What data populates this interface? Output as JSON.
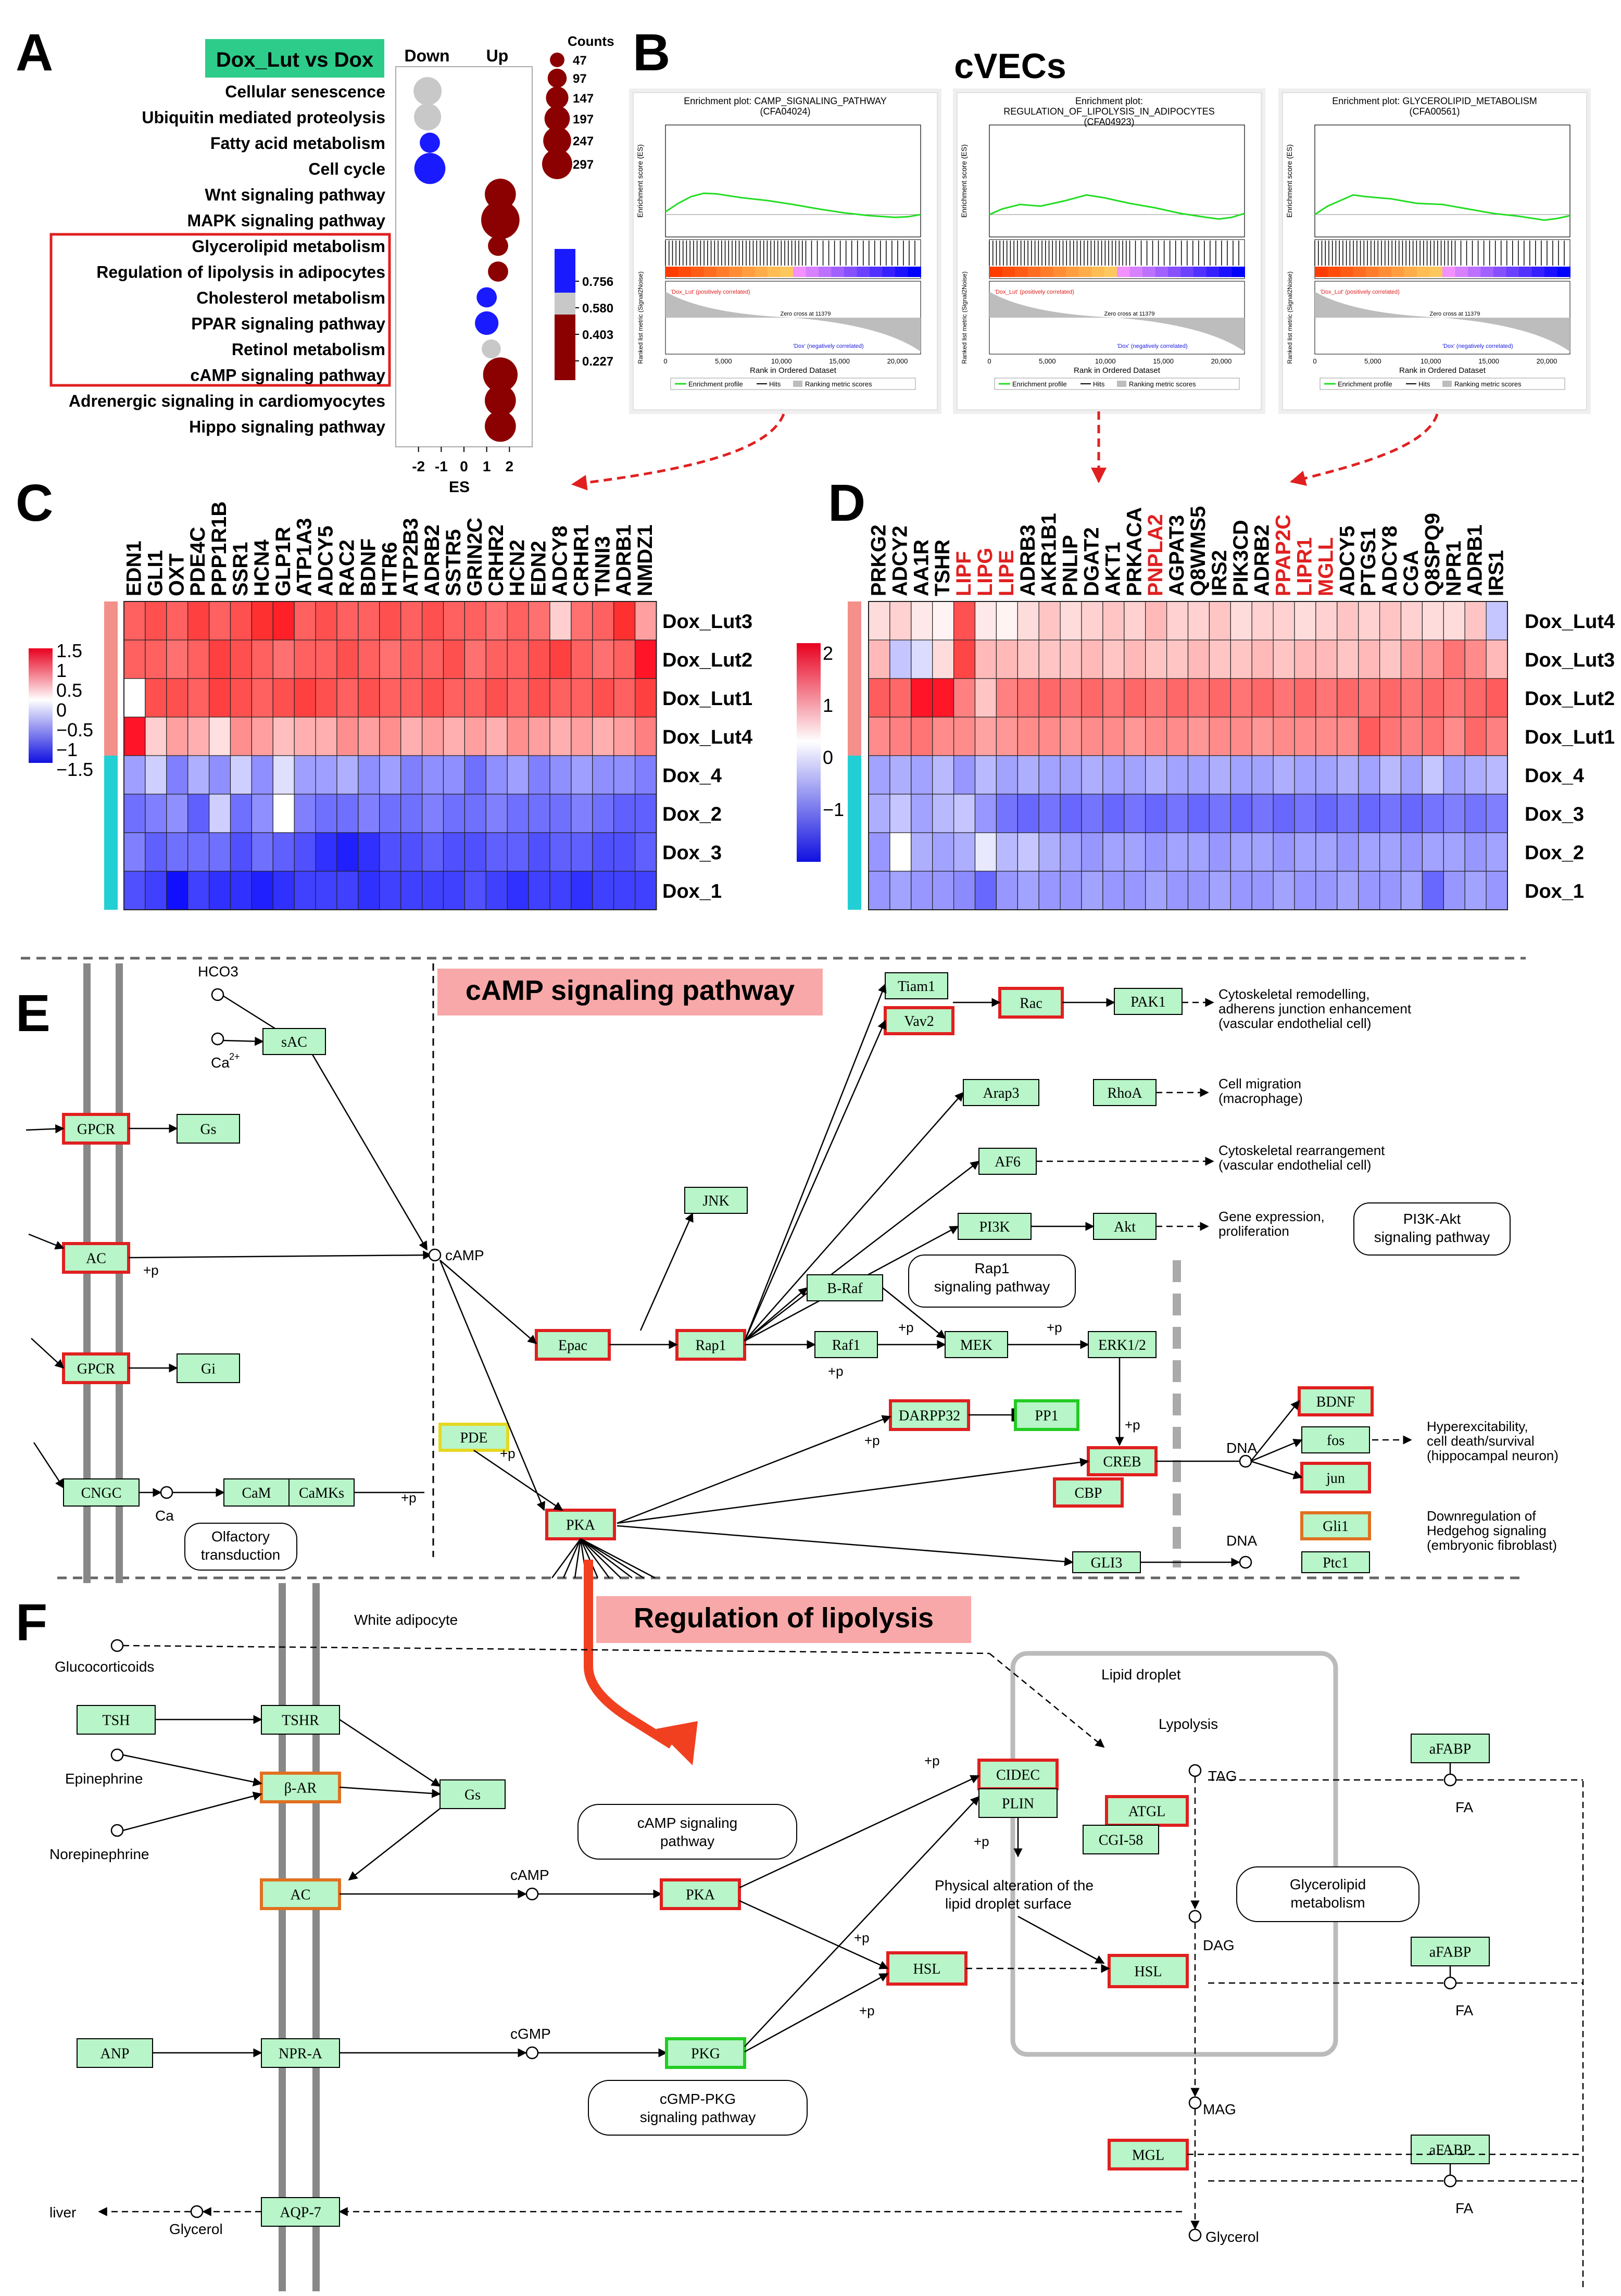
{
  "panels": {
    "A": {
      "letter": "A",
      "title": "Dox_Lut vs Dox",
      "col_down": "Down",
      "col_up": "Up",
      "xlabel": "ES",
      "counts_title": "Counts",
      "counts_sizes": [
        "47",
        "97",
        "147",
        "197",
        "247",
        "297"
      ],
      "colorbar_ticks": [
        "0.756",
        "0.580",
        "0.403",
        "0.227"
      ],
      "colors": {
        "title_bg": "#2ecc8a",
        "up": "#8b0000",
        "down": "#1a1aff",
        "mid": "#c8c8c8",
        "box": "#e02020"
      }
    },
    "B": {
      "letter": "B",
      "title": "cVECs",
      "plots": [
        {
          "title1": "Enrichment plot: CAMP_SIGNALING_PATHWAY",
          "title2": "(CFA04024)"
        },
        {
          "title1": "Enrichment plot:",
          "title2": "REGULATION_OF_LIPOLYSIS_IN_ADIPOCYTES",
          "title3": "(CFA04923)"
        },
        {
          "title1": "Enrichment plot: GLYCEROLIPID_METABOLISM",
          "title2": "(CFA00561)"
        }
      ],
      "ylabel_es": "Enrichment score (ES)",
      "ylabel_rank": "Ranked list metric (Signal2Noise)",
      "xlabel": "Rank in Ordered Dataset",
      "legend": [
        "Enrichment profile",
        "Hits",
        "Ranking metric scores"
      ],
      "pos_label": "'Dox_Lut' (positively correlated)",
      "neg_label": "'Dox' (negatively correlated)",
      "zero_cross": "Zero cross at 11379",
      "xticks": [
        "0",
        "5,000",
        "10,000",
        "15,000",
        "20,000"
      ]
    },
    "C": {
      "letter": "C",
      "genes": [
        "EDN1",
        "GLI1",
        "OXT",
        "PDE4C",
        "PPP1R1B",
        "SSR1",
        "HCN4",
        "GLP1R",
        "ATP1A3",
        "ADCY5",
        "RAC2",
        "BDNF",
        "HTR6",
        "ATP2B3",
        "ADRB2",
        "SSTR5",
        "GRIN2C",
        "CRHR2",
        "HCN2",
        "EDN2",
        "ADCY8",
        "CRHR1",
        "TNNI3",
        "ADRB1",
        "NMDZ1"
      ],
      "rows": [
        "Dox_Lut3",
        "Dox_Lut2",
        "Dox_Lut1",
        "Dox_Lut4",
        "Dox_4",
        "Dox_2",
        "Dox_3",
        "Dox_1"
      ],
      "scale_ticks": [
        "1.5",
        "1",
        "0.5",
        "0",
        "−0.5",
        "−1",
        "−1.5"
      ],
      "values": [
        [
          1.0,
          1.1,
          1.0,
          1.2,
          1.0,
          1.1,
          1.3,
          1.4,
          1.0,
          1.1,
          1.0,
          1.0,
          1.1,
          1.0,
          1.1,
          1.0,
          1.0,
          0.9,
          1.0,
          0.9,
          0.3,
          0.9,
          1.0,
          1.3,
          0.6
        ],
        [
          1.0,
          1.0,
          0.9,
          1.0,
          1.2,
          1.1,
          1.0,
          0.9,
          1.0,
          1.0,
          1.1,
          1.0,
          0.9,
          1.0,
          1.0,
          1.1,
          0.9,
          1.0,
          1.0,
          1.1,
          1.2,
          1.0,
          0.9,
          1.0,
          1.5
        ],
        [
          0.0,
          1.1,
          1.1,
          1.0,
          1.2,
          1.1,
          1.0,
          1.1,
          1.2,
          1.1,
          1.0,
          1.1,
          1.0,
          1.0,
          1.1,
          1.0,
          1.0,
          1.1,
          1.0,
          1.1,
          1.0,
          1.0,
          1.1,
          1.0,
          1.2
        ],
        [
          1.5,
          0.3,
          0.6,
          0.5,
          0.2,
          0.7,
          0.6,
          0.4,
          0.5,
          0.5,
          0.7,
          0.6,
          0.7,
          0.5,
          0.6,
          0.5,
          0.6,
          0.5,
          0.7,
          0.6,
          0.5,
          0.6,
          0.5,
          0.6,
          0.8
        ],
        [
          -0.6,
          -0.3,
          -0.8,
          -0.5,
          -0.7,
          -0.3,
          -0.7,
          -0.2,
          -0.6,
          -0.6,
          -0.5,
          -0.7,
          -0.6,
          -0.8,
          -0.7,
          -0.7,
          -0.9,
          -0.7,
          -0.6,
          -0.8,
          -0.7,
          -0.6,
          -0.7,
          -0.7,
          -0.8
        ],
        [
          -0.9,
          -0.8,
          -0.7,
          -1.0,
          -0.3,
          -0.9,
          -0.7,
          0.0,
          -0.8,
          -0.9,
          -0.9,
          -0.8,
          -0.9,
          -0.9,
          -0.8,
          -0.9,
          -0.9,
          -0.8,
          -0.9,
          -0.9,
          -0.9,
          -0.8,
          -0.9,
          -1.0,
          -1.0
        ],
        [
          -0.8,
          -1.0,
          -0.9,
          -0.9,
          -0.9,
          -1.1,
          -0.9,
          -1.0,
          -1.1,
          -1.3,
          -1.4,
          -1.3,
          -1.1,
          -1.1,
          -1.0,
          -1.1,
          -1.1,
          -1.0,
          -1.0,
          -1.1,
          -1.0,
          -1.0,
          -1.1,
          -1.1,
          -1.0
        ],
        [
          -1.1,
          -1.2,
          -1.5,
          -1.2,
          -1.3,
          -1.3,
          -1.4,
          -1.3,
          -1.2,
          -1.2,
          -1.2,
          -1.3,
          -1.2,
          -1.2,
          -1.2,
          -1.2,
          -1.1,
          -1.2,
          -1.3,
          -1.2,
          -1.2,
          -1.3,
          -1.2,
          -1.2,
          -1.2
        ]
      ]
    },
    "D": {
      "letter": "D",
      "genes": [
        "PRKG2",
        "ADCY2",
        "AA1R",
        "TSHR",
        "LIPF",
        "LIPG",
        "LIPE",
        "ADRB3",
        "AKR1B1",
        "PNLIP",
        "DGAT2",
        "AKT1",
        "PRKACA",
        "PNPLA2",
        "AGPAT3",
        "Q8WMS5",
        "IRS2",
        "PIK3CD",
        "ADRB2",
        "PPAP2C",
        "LIPR1",
        "MGLL",
        "ADCY5",
        "PTGS1",
        "ADCY8",
        "CGA",
        "Q8SPQ9",
        "NPR1",
        "ADRB1",
        "IRS1"
      ],
      "highlight": [
        "LIPF",
        "LIPG",
        "LIPE",
        "PNPLA2",
        "PPAP2C",
        "LIPR1",
        "MGLL"
      ],
      "rows": [
        "Dox_Lut4",
        "Dox_Lut3",
        "Dox_Lut2",
        "Dox_Lut1",
        "Dox_4",
        "Dox_3",
        "Dox_2",
        "Dox_1"
      ],
      "scale_ticks": [
        "2",
        "1",
        "0",
        "−1"
      ],
      "values": [
        [
          0.3,
          0.4,
          0.2,
          0.1,
          1.5,
          0.2,
          0.1,
          0.3,
          0.5,
          0.3,
          0.4,
          0.5,
          0.4,
          0.6,
          0.4,
          0.4,
          0.5,
          0.3,
          0.4,
          0.4,
          0.3,
          0.4,
          0.5,
          0.4,
          0.5,
          0.4,
          0.3,
          0.3,
          0.5,
          -0.5
        ],
        [
          0.6,
          -0.5,
          -0.3,
          0.3,
          1.6,
          0.6,
          0.6,
          0.5,
          0.5,
          0.5,
          0.6,
          0.5,
          0.6,
          0.5,
          0.5,
          0.6,
          0.5,
          0.5,
          0.6,
          0.5,
          0.6,
          0.6,
          0.5,
          0.6,
          0.5,
          0.8,
          0.9,
          1.2,
          1.0,
          0.6
        ],
        [
          1.4,
          1.3,
          2.2,
          2.0,
          1.1,
          0.5,
          1.1,
          1.2,
          1.3,
          1.2,
          1.3,
          1.2,
          1.3,
          1.2,
          1.3,
          1.2,
          1.3,
          1.2,
          1.3,
          1.2,
          1.3,
          1.2,
          1.3,
          1.2,
          1.3,
          1.2,
          1.3,
          1.2,
          1.3,
          1.4
        ],
        [
          1.0,
          1.1,
          1.2,
          1.0,
          1.0,
          0.8,
          0.9,
          1.0,
          1.0,
          0.9,
          1.0,
          1.0,
          0.9,
          1.0,
          1.0,
          0.9,
          1.0,
          1.0,
          0.9,
          1.0,
          1.0,
          1.0,
          1.0,
          1.4,
          1.2,
          1.1,
          1.2,
          1.0,
          1.3,
          1.1
        ],
        [
          -0.8,
          -0.7,
          -0.8,
          -0.6,
          -0.9,
          -0.6,
          -0.8,
          -0.7,
          -0.8,
          -0.8,
          -0.7,
          -0.8,
          -0.8,
          -0.7,
          -0.8,
          -0.8,
          -0.7,
          -0.8,
          -0.8,
          -0.7,
          -0.8,
          -0.8,
          -0.7,
          -0.8,
          -0.6,
          -0.8,
          -0.5,
          -0.8,
          -0.7,
          -0.6
        ],
        [
          -0.7,
          -0.5,
          -0.8,
          -0.6,
          -0.5,
          -0.9,
          -1.2,
          -1.3,
          -1.2,
          -1.3,
          -1.2,
          -1.3,
          -1.2,
          -1.3,
          -1.2,
          -1.3,
          -1.2,
          -1.3,
          -1.2,
          -1.3,
          -1.2,
          -1.3,
          -1.2,
          -1.3,
          -1.2,
          -1.3,
          -1.2,
          -1.1,
          -1.2,
          -1.1
        ],
        [
          -0.9,
          0.0,
          -0.7,
          -0.8,
          -0.7,
          -0.2,
          -0.6,
          -0.5,
          -0.7,
          -0.8,
          -0.9,
          -0.8,
          -0.8,
          -0.9,
          -0.8,
          -0.8,
          -0.9,
          -0.8,
          -0.8,
          -0.9,
          -0.8,
          -0.8,
          -0.9,
          -0.8,
          -0.8,
          -0.9,
          -0.8,
          -0.8,
          -0.9,
          -0.8
        ],
        [
          -0.9,
          -0.8,
          -0.9,
          -0.9,
          -1.0,
          -1.3,
          -0.9,
          -0.8,
          -0.9,
          -0.9,
          -0.8,
          -0.9,
          -0.9,
          -0.8,
          -0.9,
          -0.9,
          -0.8,
          -0.9,
          -0.9,
          -0.8,
          -0.9,
          -0.9,
          -0.8,
          -0.9,
          -0.9,
          -0.8,
          -1.3,
          -0.9,
          -0.8,
          -0.9
        ]
      ]
    },
    "E": {
      "letter": "E",
      "title": "cAMP signaling pathway",
      "nodes": {
        "HCO3": "HCO3",
        "Ca2": "Ca",
        "sAC": "sAC",
        "GPCR": "GPCR",
        "Gs": "Gs",
        "AC": "AC",
        "Gi": "Gi",
        "CNGC": "CNGC",
        "CaM": "CaM",
        "CaMKs": "CaMKs",
        "Olfactory": "Olfactory",
        "transduction": "transduction",
        "cAMP": "cAMP",
        "PDE": "PDE",
        "PKA": "PKA",
        "Epac": "Epac",
        "Rap1": "Rap1",
        "JNK": "JNK",
        "Tiam1": "Tiam1",
        "Vav2": "Vav2",
        "Rac": "Rac",
        "PAK1": "PAK1",
        "Arap3": "Arap3",
        "RhoA": "RhoA",
        "AF6": "AF6",
        "PI3K": "PI3K",
        "Akt": "Akt",
        "Rap1_sig": "Rap1",
        "Rap1_sig2": "signaling pathway",
        "BRaf": "B-Raf",
        "Raf1": "Raf1",
        "MEK": "MEK",
        "ERK": "ERK1/2",
        "DARPP32": "DARPP32",
        "PP1": "PP1",
        "CREB": "CREB",
        "CBP": "CBP",
        "DNA": "DNA",
        "BDNF": "BDNF",
        "fos": "fos",
        "jun": "jun",
        "Gli1": "Gli1",
        "Ptc1": "Ptc1",
        "GLI3": "GLI3",
        "plusp": "+p",
        "PI3KAkt1": "PI3K-Akt",
        "PI3KAkt2": "signaling pathway"
      },
      "outcomes": {
        "o1a": "Cytoskeletal remodelling,",
        "o1b": "adherens junction enhancement",
        "o1c": "(vascular endothelial cell)",
        "o2a": "Cell migration",
        "o2b": "(macrophage)",
        "o3a": "Cytoskeletal rearrangement",
        "o3b": "(vascular endothelial cell)",
        "o4a": "Gene expression,",
        "o4b": "proliferation",
        "o5a": "Hyperexcitability,",
        "o5b": "cell death/survival",
        "o5c": "(hippocampal neuron)",
        "o6a": "Downregulation of",
        "o6b": "Hedgehog signaling",
        "o6c": "(embryonic fibroblast)"
      }
    },
    "F": {
      "letter": "F",
      "title": "Regulation of lipolysis",
      "nodes": {
        "white": "White adipocyte",
        "gluco": "Glucocorticoids",
        "TSH": "TSH",
        "TSHR": "TSHR",
        "epi": "Epinephrine",
        "BAR": "β-AR",
        "norepi": "Norepinephrine",
        "Gs": "Gs",
        "AC": "AC",
        "cAMP": "cAMP",
        "PKA": "PKA",
        "camp_sig1": "cAMP signaling",
        "camp_sig2": "pathway",
        "ANP": "ANP",
        "NPRA": "NPR-A",
        "cGMP": "cGMP",
        "PKG": "PKG",
        "cgmp_sig1": "cGMP-PKG",
        "cgmp_sig2": "signaling pathway",
        "AQP7": "AQP-7",
        "liver": "liver",
        "glycerol": "Glycerol",
        "CIDEC": "CIDEC",
        "PLIN": "PLIN",
        "phys1": "Physical alteration of the",
        "phys2": "lipid droplet surface",
        "HSL": "HSL",
        "HSL2": "HSL",
        "lipid_droplet": "Lipid droplet",
        "lypolysis": "Lypolysis",
        "TAG": "TAG",
        "ATGL": "ATGL",
        "CGI58": "CGI-58",
        "DAG": "DAG",
        "MAG": "MAG",
        "MGL": "MGL",
        "Glycerol2": "Glycerol",
        "glyc1": "Glycerolipid",
        "glyc2": "metabolism",
        "aFABP": "aFABP",
        "FA": "FA",
        "plusp": "+p"
      }
    }
  }
}
